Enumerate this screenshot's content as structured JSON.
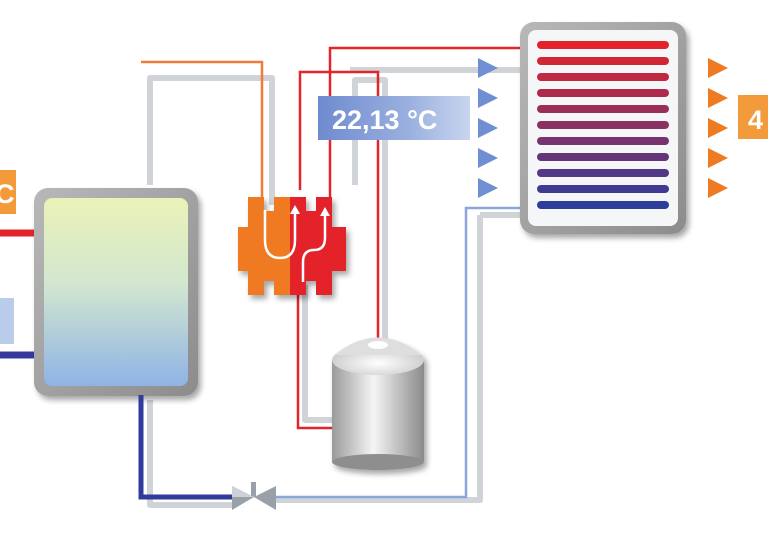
{
  "readouts": {
    "center_temp": "22,13 °C",
    "right_temp_partial": "4",
    "left_temp_partial": "C"
  },
  "colors": {
    "hot": "#e5252b",
    "warm": "#f07a3a",
    "cold": "#2b3f9a",
    "grey_pipe": "#c8cbd0",
    "label_orange": "#f39a3b",
    "label_blue": "#7d97d3",
    "arrow_blue": "#6f8fd2",
    "arrow_orange": "#f07a22"
  },
  "components": [
    "storage-tank",
    "compressor",
    "reversing-valve",
    "expansion-valve",
    "heat-exchanger-coil"
  ]
}
